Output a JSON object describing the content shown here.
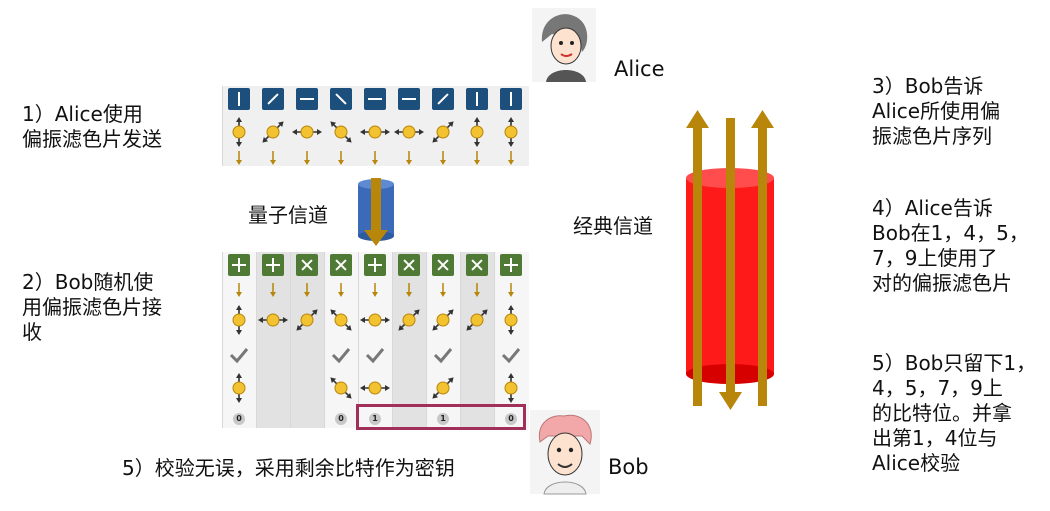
{
  "labels": {
    "alice_name": "Alice",
    "bob_name": "Bob",
    "step1": "1）Alice使用\n偏振滤色片发送",
    "quantum_channel": "量子信道",
    "step2": "2）Bob随机使\n用偏振滤色片接\n收",
    "classical_channel": "经典信道",
    "step3": "3）Bob告诉\nAlice所使用偏\n振滤色片序列",
    "step4": "4）Alice告诉\nBob在1，4，5，\n7，9上使用了\n对的偏振滤色片",
    "step5_right": "5）Bob只留下1，\n4，5，7，9上\n的比特位。并拿\n出第1，4位与\nAlice校验",
    "step5_bottom": "5）校验无误，采用剩余比特作为密钥"
  },
  "alice_filters": [
    "vertical",
    "diagonal-right",
    "horizontal",
    "diagonal-left",
    "horizontal",
    "horizontal",
    "diagonal-right",
    "vertical",
    "vertical"
  ],
  "bob_filters": [
    "rectilinear",
    "rectilinear",
    "diagonal",
    "diagonal",
    "rectilinear",
    "diagonal",
    "diagonal",
    "diagonal",
    "rectilinear"
  ],
  "bob_measured": [
    "vertical",
    "horizontal",
    "diagonal-right",
    "diagonal-left",
    "horizontal",
    "diagonal-right",
    "diagonal-right",
    "diagonal-right",
    "vertical"
  ],
  "kept_columns": [
    true,
    false,
    false,
    true,
    true,
    false,
    true,
    false,
    true
  ],
  "bits": [
    "0",
    "",
    "",
    "0",
    "1",
    "",
    "1",
    "",
    "0"
  ],
  "colors": {
    "alice_filter": "#1d4f7c",
    "bob_filter": "#4f7a35",
    "arrow": "#b8860b",
    "channel_red": "#ff1a1a",
    "channel_blue": "#3a6ab8",
    "highlight_box": "#a0305a"
  }
}
